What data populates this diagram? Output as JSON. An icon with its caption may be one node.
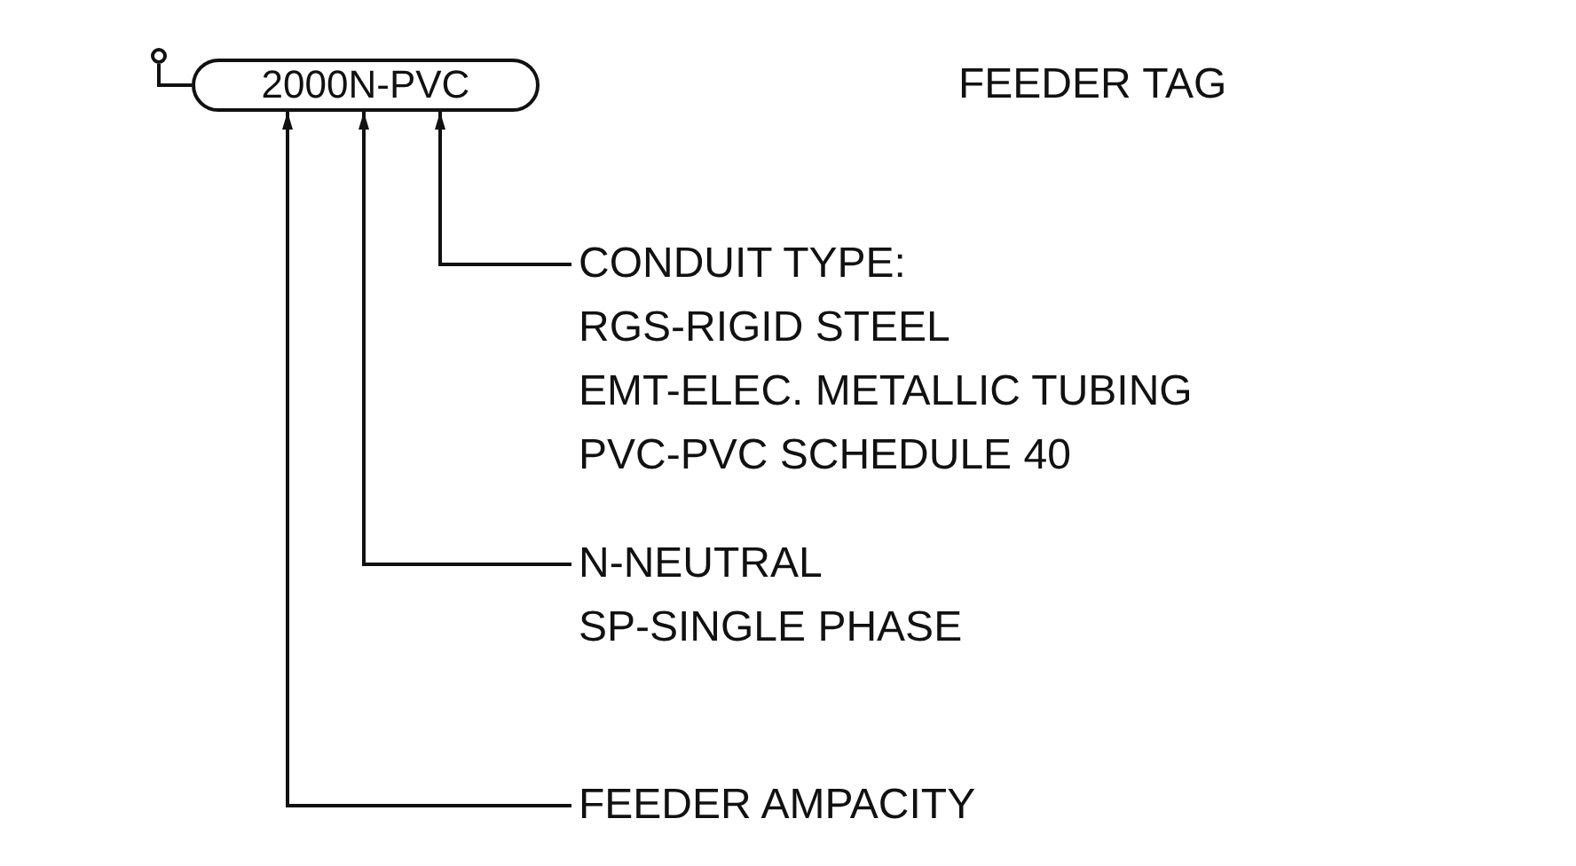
{
  "diagram": {
    "nodes": [
      {
        "text": [
          "2000N-PVC"
        ]
      },
      {
        "text": [],
        "shape": "circle"
      },
      {
        "text": [
          "CONDUIT TYPE:",
          "RGS-RIGID STEEL",
          "EMT-ELEC. METALLIC TUBING",
          "PVC-PVC SCHEDULE 40"
        ]
      },
      {
        "text": [
          "N-NEUTRAL",
          "SP-SINGLE PHASE"
        ]
      },
      {
        "text": [
          "FEEDER AMPACITY"
        ]
      }
    ],
    "edges": [
      {
        "from": 1,
        "to": 0,
        "arrow": "none"
      },
      {
        "from": 2,
        "to": 0,
        "arrow": "to"
      },
      {
        "from": 3,
        "to": 0,
        "arrow": "to"
      },
      {
        "from": 4,
        "to": 0,
        "arrow": "to"
      }
    ],
    "labels": [
      "FEEDER TAG"
    ]
  }
}
